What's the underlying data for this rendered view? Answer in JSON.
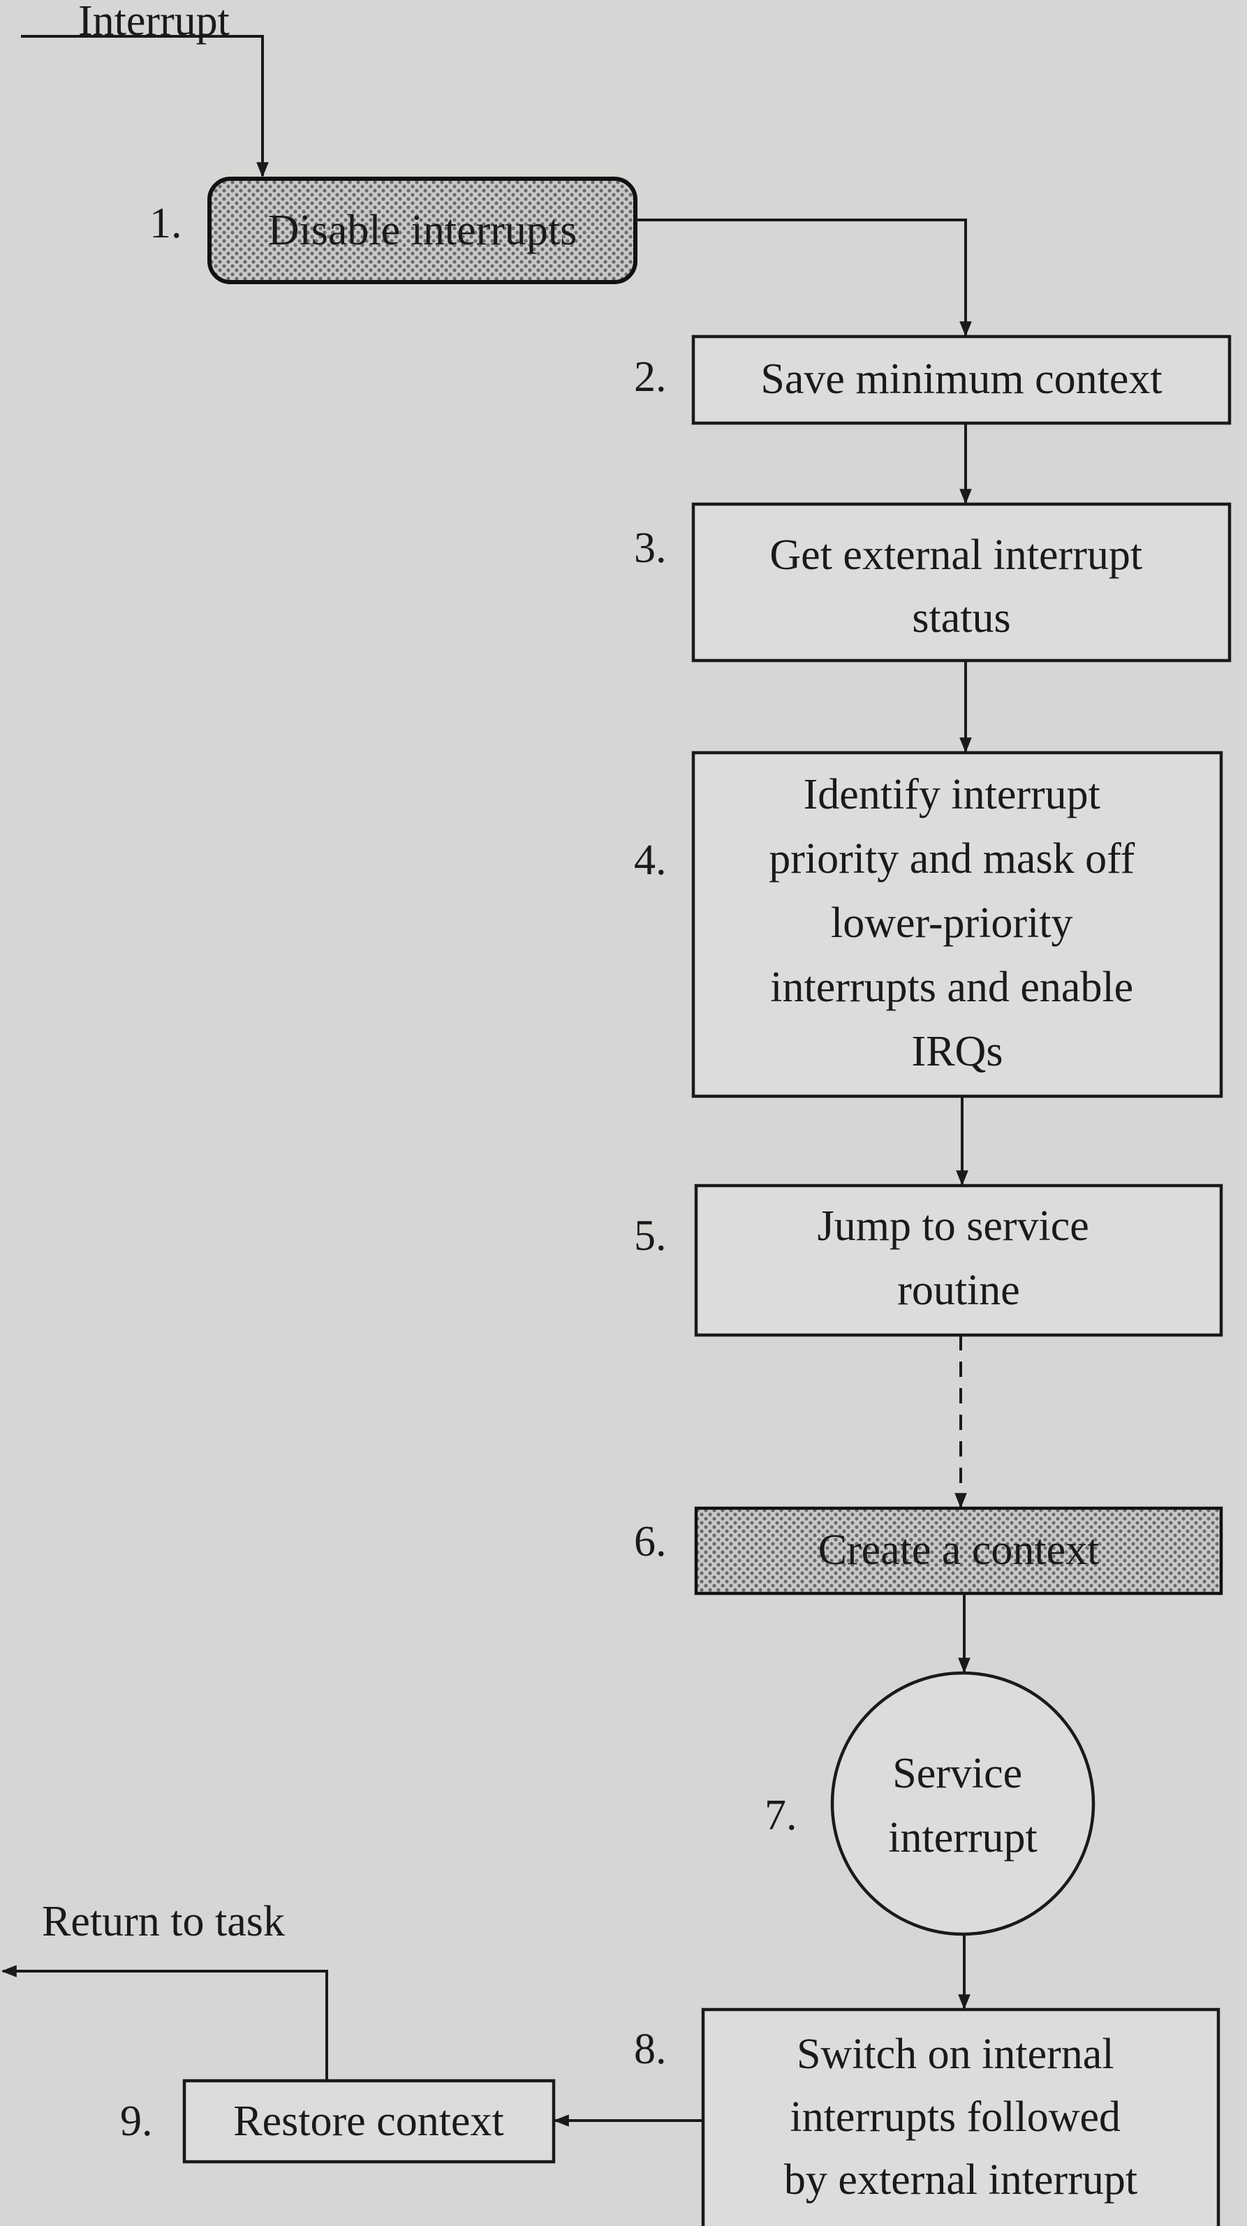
{
  "diagram": {
    "entry_label": "Interrupt",
    "exit_label": "Return to task",
    "shaded_fill": "#b4b4b2",
    "steps": [
      {
        "number": "1.",
        "lines": [
          "Disable interrupts"
        ],
        "shape": "rounded-rect",
        "shaded": true
      },
      {
        "number": "2.",
        "lines": [
          "Save minimum context"
        ],
        "shape": "rect",
        "shaded": false
      },
      {
        "number": "3.",
        "lines": [
          "Get external interrupt",
          "status"
        ],
        "shape": "rect",
        "shaded": false
      },
      {
        "number": "4.",
        "lines": [
          "Identify interrupt",
          "priority and mask off",
          "lower-priority",
          "interrupts and enable",
          "IRQs"
        ],
        "shape": "rect",
        "shaded": false
      },
      {
        "number": "5.",
        "lines": [
          "Jump to service",
          "routine"
        ],
        "shape": "rect",
        "shaded": false
      },
      {
        "number": "6.",
        "lines": [
          "Create a context"
        ],
        "shape": "rect",
        "shaded": true
      },
      {
        "number": "7.",
        "lines": [
          "Service",
          "interrupt"
        ],
        "shape": "circle",
        "shaded": false
      },
      {
        "number": "8.",
        "lines": [
          "Switch on internal",
          "interrupts followed",
          "by external interrupt"
        ],
        "shape": "rect",
        "shaded": false
      },
      {
        "number": "9.",
        "lines": [
          "Restore context"
        ],
        "shape": "rect",
        "shaded": false
      }
    ],
    "edges": [
      {
        "from": "Interrupt",
        "to": "1",
        "style": "solid"
      },
      {
        "from": "1",
        "to": "2",
        "style": "solid"
      },
      {
        "from": "2",
        "to": "3",
        "style": "solid"
      },
      {
        "from": "3",
        "to": "4",
        "style": "solid"
      },
      {
        "from": "4",
        "to": "5",
        "style": "solid"
      },
      {
        "from": "5",
        "to": "6",
        "style": "dashed"
      },
      {
        "from": "6",
        "to": "7",
        "style": "solid"
      },
      {
        "from": "7",
        "to": "8",
        "style": "solid"
      },
      {
        "from": "8",
        "to": "9",
        "style": "solid"
      },
      {
        "from": "9",
        "to": "Return to task",
        "style": "solid"
      }
    ]
  }
}
